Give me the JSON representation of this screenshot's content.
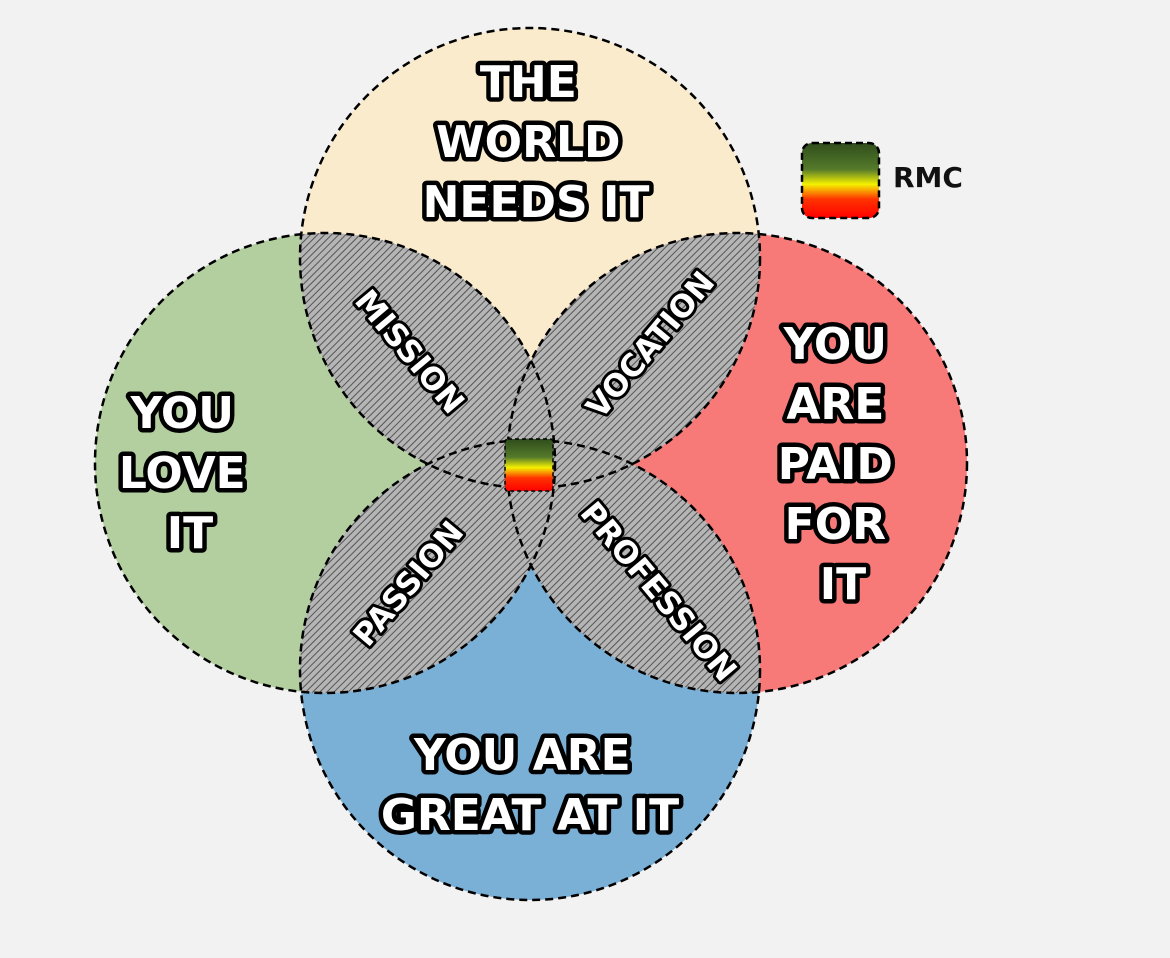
{
  "circles": {
    "top": {
      "lines": [
        "THE",
        "WORLD",
        "NEEDS IT"
      ],
      "color": "#faebcd"
    },
    "left": {
      "lines": [
        "YOU",
        "LOVE",
        "IT"
      ],
      "color": "#b3cf9f"
    },
    "right": {
      "lines": [
        "YOU",
        "ARE",
        "PAID",
        "FOR",
        "IT"
      ],
      "color": "#f77a78"
    },
    "bottom": {
      "lines": [
        "YOU ARE",
        "GREAT AT IT"
      ],
      "color": "#7aafd6"
    }
  },
  "petals": {
    "mission": "MISSION",
    "vocation": "VOCATION",
    "passion": "PASSION",
    "profession": "PROFESSION"
  },
  "legend": {
    "label": "RMC"
  },
  "colors": {
    "hatch": "#8a8a8a",
    "gradient": [
      "#3a5a23",
      "#f0f000",
      "#ff0000"
    ]
  }
}
